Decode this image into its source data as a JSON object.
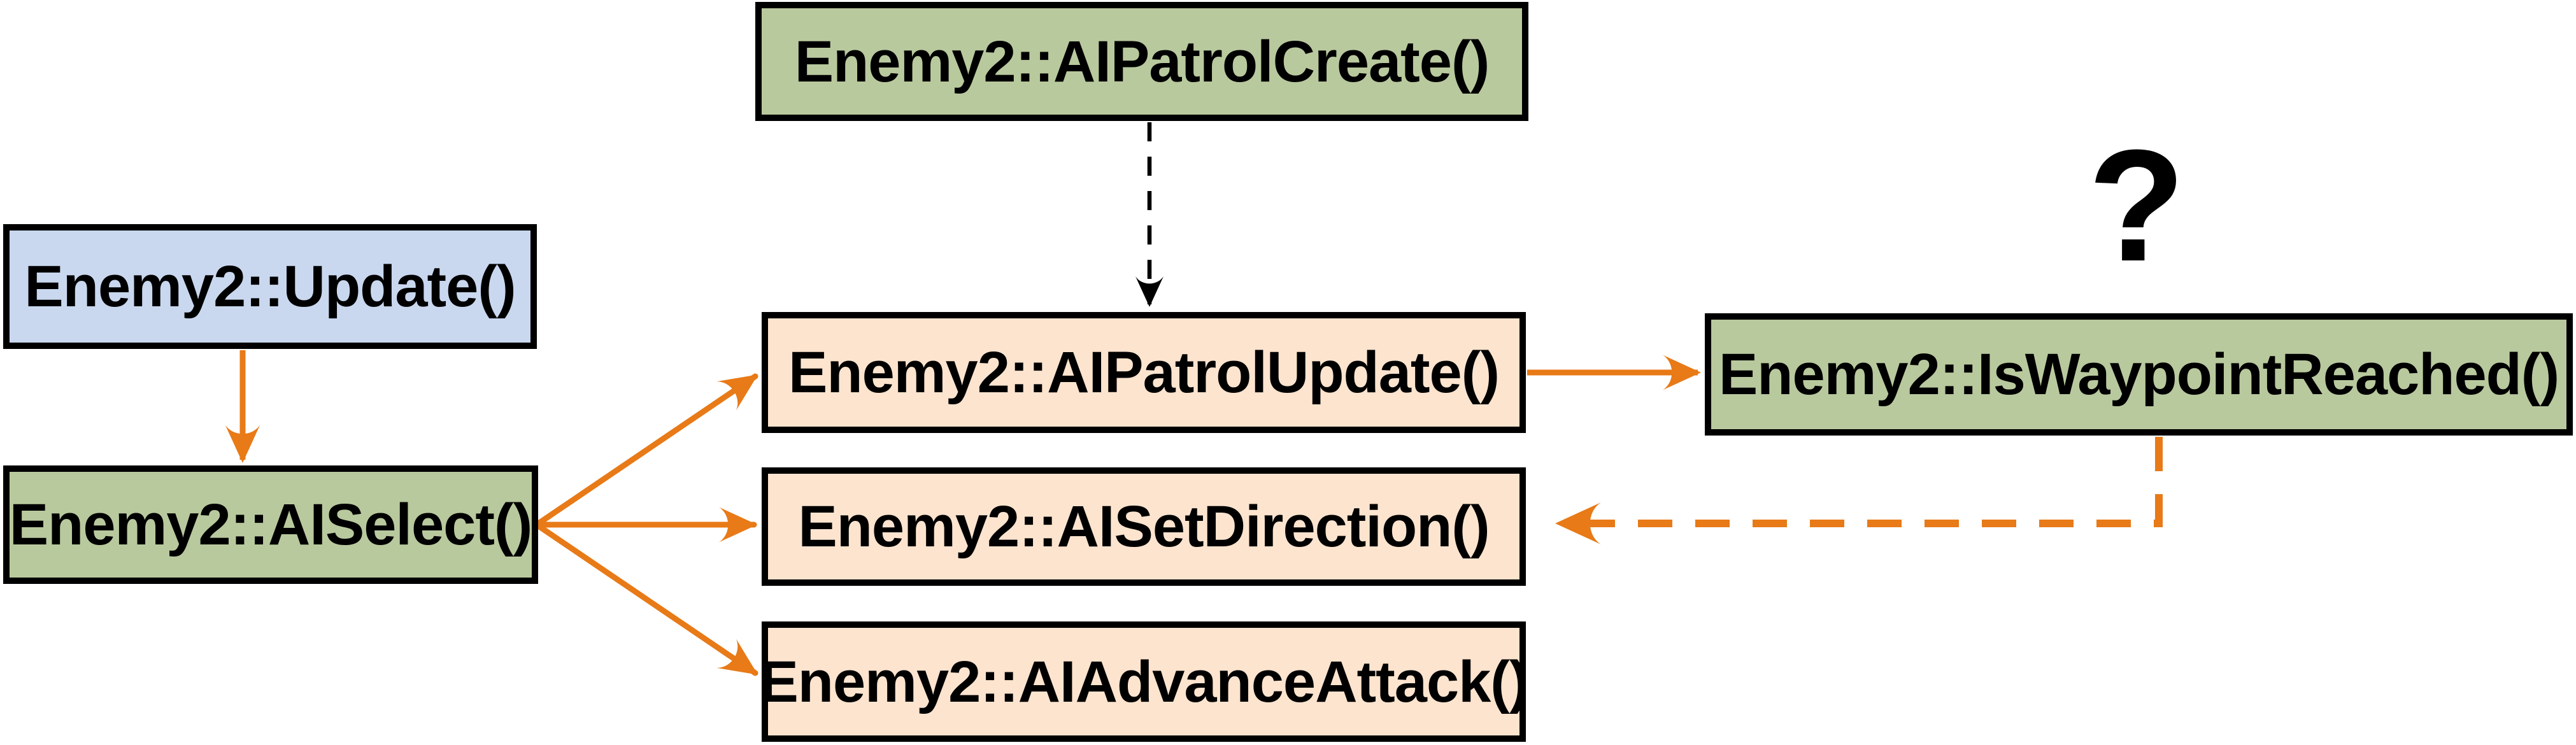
{
  "diagram": {
    "title_hint": "Enemy2 AI function call flow",
    "nodes": [
      {
        "id": "ai-patrol-create",
        "label": "Enemy2::AIPatrolCreate()",
        "color_role": "green"
      },
      {
        "id": "update",
        "label": "Enemy2::Update()",
        "color_role": "blue"
      },
      {
        "id": "ai-select",
        "label": "Enemy2::AISelect()",
        "color_role": "green"
      },
      {
        "id": "ai-patrol-update",
        "label": "Enemy2::AIPatrolUpdate()",
        "color_role": "peach"
      },
      {
        "id": "ai-set-direction",
        "label": "Enemy2::AISetDirection()",
        "color_role": "peach"
      },
      {
        "id": "ai-advance-attack",
        "label": "Enemy2::AIAdvanceAttack()",
        "color_role": "peach"
      },
      {
        "id": "is-waypoint-reached",
        "label": "Enemy2::IsWaypointReached()",
        "color_role": "green"
      }
    ],
    "edges": [
      {
        "from": "Enemy2::Update()",
        "to": "Enemy2::AISelect()",
        "style": "solid-orange"
      },
      {
        "from": "Enemy2::AIPatrolCreate()",
        "to": "Enemy2::AIPatrolUpdate()",
        "style": "dashed-black"
      },
      {
        "from": "Enemy2::AISelect()",
        "to": "Enemy2::AIPatrolUpdate()",
        "style": "solid-orange"
      },
      {
        "from": "Enemy2::AISelect()",
        "to": "Enemy2::AISetDirection()",
        "style": "solid-orange"
      },
      {
        "from": "Enemy2::AISelect()",
        "to": "Enemy2::AIAdvanceAttack()",
        "style": "solid-orange"
      },
      {
        "from": "Enemy2::AIPatrolUpdate()",
        "to": "Enemy2::IsWaypointReached()",
        "style": "solid-orange"
      },
      {
        "from": "Enemy2::IsWaypointReached()",
        "to": "Enemy2::AISetDirection()",
        "style": "dashed-orange"
      }
    ],
    "annotation": {
      "question_mark": "?"
    },
    "colors": {
      "node_green": "#b9c99e",
      "node_blue": "#c9d8ef",
      "node_peach": "#fce4cf",
      "node_border": "#000000",
      "arrow_orange": "#e87a17",
      "arrow_black": "#000000",
      "text": "#000000",
      "background": "#ffffff"
    }
  }
}
